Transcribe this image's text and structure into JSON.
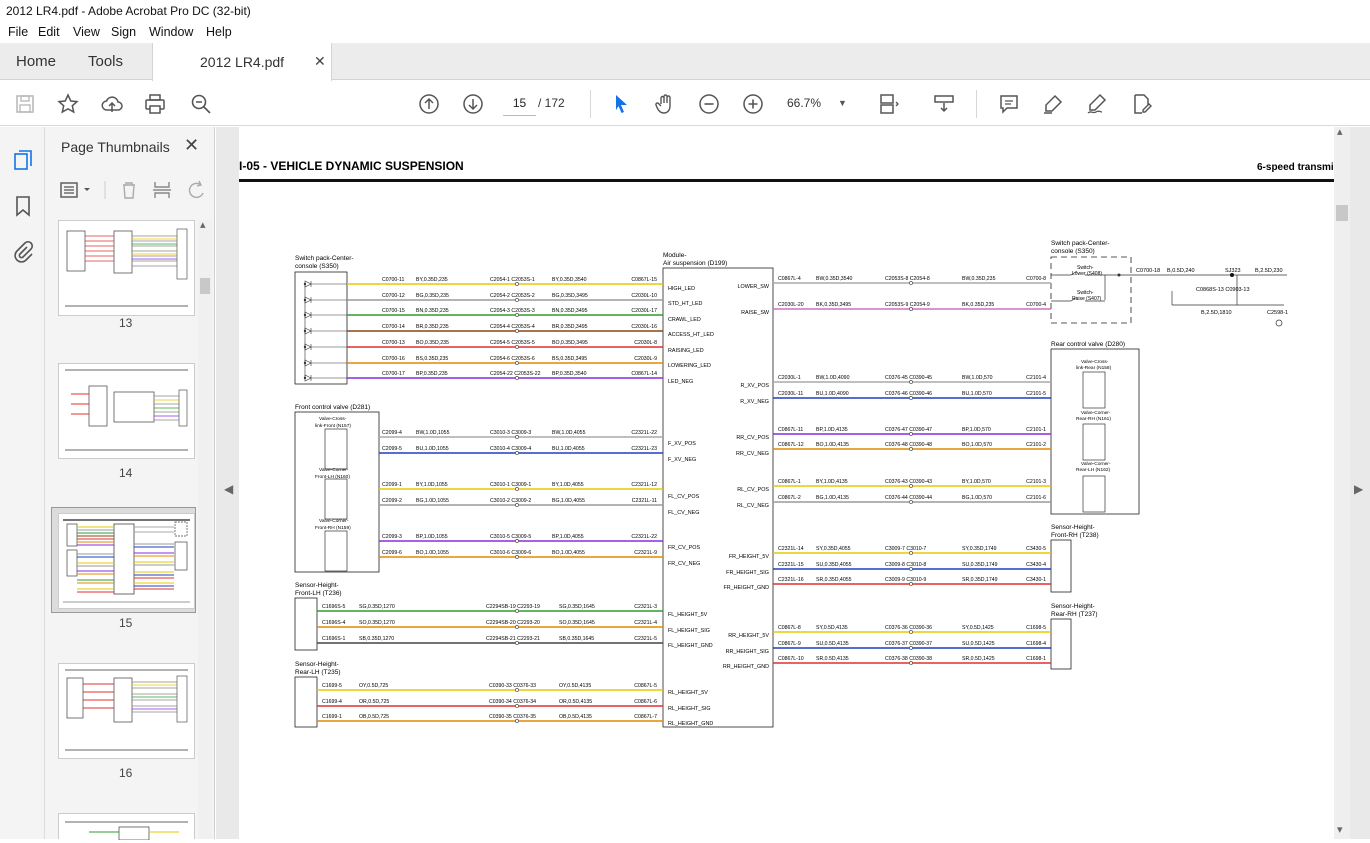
{
  "window": {
    "title": "2012 LR4.pdf - Adobe Acrobat Pro DC (32-bit)"
  },
  "menu": [
    "File",
    "Edit",
    "View",
    "Sign",
    "Window",
    "Help"
  ],
  "tabs": {
    "home": "Home",
    "tools": "Tools",
    "document": "2012 LR4.pdf",
    "close": "✕"
  },
  "toolbar": {
    "current_page": "15",
    "total_pages": "/ 172",
    "zoom": "66.7%",
    "zoom_dropdown": "▼"
  },
  "icons": [
    "save-icon",
    "bookmark-star-icon",
    "upload-icon",
    "print-icon",
    "zoom-search-icon",
    "page-up-icon",
    "page-down-icon",
    "select-cursor-icon",
    "hand-icon",
    "zoom-out-icon",
    "zoom-in-icon",
    "fit-page-icon",
    "scroll-mode-icon",
    "comment-icon",
    "highlight-icon",
    "sign-icon",
    "edit-pdf-icon"
  ],
  "panel": {
    "title": "Page Thumbnails",
    "close": "✕",
    "thumbs": [
      {
        "num": "13"
      },
      {
        "num": "14"
      },
      {
        "num": "15"
      },
      {
        "num": "16"
      }
    ]
  },
  "accent_color": "#1473e6",
  "diagram": {
    "header_left": "I-05 - VEHICLE DYNAMIC SUSPENSION",
    "header_right": "6-speed transmi",
    "switch_pack_left": [
      "Switch pack-Center-",
      "console (S350)"
    ],
    "module": [
      "Module-",
      "Air suspension (D199)"
    ],
    "module_pins_left": [
      "HIGH_LED",
      "STD_HT_LED",
      "CRAWL_LED",
      "ACCESS_HT_LED",
      "RAISING_LED",
      "LOWERING_LED",
      "LED_NEG",
      "F_XV_POS",
      "F_XV_NEG",
      "FL_CV_POS",
      "FL_CV_NEG",
      "FR_CV_POS",
      "FR_CV_NEG",
      "FL_HEIGHT_5V",
      "FL_HEIGHT_SIG",
      "FL_HEIGHT_GND",
      "RL_HEIGHT_5V",
      "RL_HEIGHT_SIG",
      "RL_HEIGHT_GND"
    ],
    "module_pins_right": [
      "LOWER_SW",
      "RAISE_SW",
      "R_XV_POS",
      "R_XV_NEG",
      "RR_CV_POS",
      "RR_CV_NEG",
      "RL_CV_POS",
      "RL_CV_NEG",
      "FR_HEIGHT_5V",
      "FR_HEIGHT_SIG",
      "FR_HEIGHT_GND",
      "RR_HEIGHT_5V",
      "RR_HEIGHT_SIG",
      "RR_HEIGHT_GND"
    ],
    "left_wires": [
      {
        "c1": "C0700-11",
        "w1": "BY,0.35D,235",
        "j": "C2054-1 C2053S-1",
        "w2": "BY,0.35D,3540",
        "c2": "C0867L-15",
        "color": "#e8c800"
      },
      {
        "c1": "C0700-12",
        "w1": "BG,0.35D,235",
        "j": "C2054-2 C2053S-2",
        "w2": "BG,0.35D,3495",
        "c2": "C2030L-10",
        "color": "#9a9a9a"
      },
      {
        "c1": "C0700-15",
        "w1": "BN,0.35D,235",
        "j": "C2054-3 C2053S-3",
        "w2": "BN,0.35D,3495",
        "c2": "C2030L-17",
        "color": "#2e9e2e"
      },
      {
        "c1": "C0700-14",
        "w1": "BR,0.35D,235",
        "j": "C2054-4 C2053S-4",
        "w2": "BR,0.35D,3495",
        "c2": "C2030L-16",
        "color": "#8b4513"
      },
      {
        "c1": "C0700-13",
        "w1": "BO,0.35D,235",
        "j": "C2054-5 C2053S-5",
        "w2": "BO,0.35D,3495",
        "c2": "C2030L-8",
        "color": "#e03030"
      },
      {
        "c1": "C0700-16",
        "w1": "BS,0.35D,235",
        "j": "C2054-6 C2053S-6",
        "w2": "BS,0.35D,3495",
        "c2": "C2030L-9",
        "color": "#e38a00"
      },
      {
        "c1": "C0700-17",
        "w1": "BP,0.35D,235",
        "j": "C2054-22 C2053S-22",
        "w2": "BP,0.35D,3540",
        "c2": "C0867L-14",
        "color": "#8a2be2"
      }
    ],
    "front_valve": {
      "title": "Front control valve (D281)",
      "valves": [
        "Valve-Cross-link-Front (N157)",
        "Valve-Corner-Front-LH (N160)",
        "Valve-Corner-Front-RH (N159)"
      ]
    },
    "front_wires": [
      {
        "c1": "C2099-4",
        "w1": "BW,1.0D,1055",
        "j": "C3010-3 C3009-3",
        "w2": "BW,1.0D,4055",
        "c2": "C2321L-22",
        "color": "#aaaaaa"
      },
      {
        "c1": "C2099-5",
        "w1": "BU,1.0D,1055",
        "j": "C3010-4 C3009-4",
        "w2": "BU,1.0D,4055",
        "c2": "C2321L-23",
        "color": "#1f3fbf"
      },
      {
        "c1": "C2099-1",
        "w1": "BY,1.0D,1055",
        "j": "C3010-1 C3009-1",
        "w2": "BY,1.0D,4055",
        "c2": "C2321L-12",
        "color": "#e8c800"
      },
      {
        "c1": "C2099-2",
        "w1": "BG,1.0D,1055",
        "j": "C3010-2 C3009-2",
        "w2": "BG,1.0D,4055",
        "c2": "C2321L-11",
        "color": "#9a9a9a"
      },
      {
        "c1": "C2099-3",
        "w1": "BP,1.0D,1055",
        "j": "C3010-5 C3009-5",
        "w2": "BP,1.0D,4055",
        "c2": "C2321L-22",
        "color": "#8a2be2"
      },
      {
        "c1": "C2099-6",
        "w1": "BO,1.0D,1055",
        "j": "C3010-6 C3009-6",
        "w2": "BO,1.0D,4055",
        "c2": "C2321L-9",
        "color": "#e38a00"
      }
    ],
    "sensor_fl": {
      "title": [
        "Sensor-Height-",
        "Front-LH (T236)"
      ]
    },
    "fl_wires": [
      {
        "c1": "C1696S-5",
        "w1": "SG,0.35D,1270",
        "j": "C2294SB-19 C2293-19",
        "w2": "SG,0.35D,1645",
        "c2": "C2321L-3",
        "color": "#2e9e2e"
      },
      {
        "c1": "C1696S-4",
        "w1": "SO,0.35D,1270",
        "j": "C2294SB-20 C2293-20",
        "w2": "SO,0.35D,1645",
        "c2": "C2321L-4",
        "color": "#e38a00"
      },
      {
        "c1": "C1696S-1",
        "w1": "SB,0.35D,1270",
        "j": "C2294SB-21 C2293-21",
        "w2": "SB,0.35D,1645",
        "c2": "C2321L-5",
        "color": "#444444"
      }
    ],
    "sensor_rl": {
      "title": [
        "Sensor-Height-",
        "Rear-LH (T235)"
      ]
    },
    "rl_wires": [
      {
        "c1": "C1699-5",
        "w1": "OY,0.5D,725",
        "j": "C0390-33 C0376-33",
        "w2": "OY,0.5D,4135",
        "c2": "C0867L-5",
        "color": "#e8c800"
      },
      {
        "c1": "C1699-4",
        "w1": "OR,0.5D,725",
        "j": "C0390-34 C0376-34",
        "w2": "OR,0.5D,4135",
        "c2": "C0867L-6",
        "color": "#e03030"
      },
      {
        "c1": "C1699-1",
        "w1": "OB,0.5D,725",
        "j": "C0390-35 C0376-35",
        "w2": "OB,0.5D,4135",
        "c2": "C0867L-7",
        "color": "#e38a00"
      }
    ],
    "switch_pack_right": {
      "title": [
        "Switch pack-Center-",
        "console (S350)"
      ],
      "lower": [
        "Switch-",
        "Lower (S408)"
      ],
      "raise": [
        "Switch-",
        "Raise (S407)"
      ]
    },
    "switch_right_wires": [
      {
        "c1": "C0867L-4",
        "w1": "BW,0.35D,3540",
        "j": "C2053S-8 C2054-8",
        "w2": "BW,0.35D,235",
        "c2": "C0700-8",
        "color": "#aaaaaa"
      },
      {
        "c1": "C2030L-20",
        "w1": "BK,0.35D,3495",
        "j": "C2053S-9 C2054-9",
        "w2": "BK,0.35D,235",
        "c2": "C0700-4",
        "color": "#d070c0"
      }
    ],
    "ground_labels": {
      "c0700_18": "C0700-18",
      "b1": "B,0.5D,240",
      "sj": "SJ323",
      "b2": "B,2.5D,230",
      "c0868": "C0868S-13 C0903-13",
      "b3": "B,2.5D,1810",
      "c2598": "C2598-1"
    },
    "rear_valve": {
      "title": "Rear control valve (D280)",
      "valves": [
        "Valve-Cross-link-Rear (N158)",
        "Valve-Corner-Rear-RH (N161)",
        "Valve-Corner-Rear-LH (N162)"
      ]
    },
    "rear_wires": [
      {
        "c1": "C2030L-1",
        "w1": "BW,1.0D,4090",
        "j": "C0376-45 C0390-45",
        "w2": "BW,1.0D,570",
        "c2": "C2101-4",
        "color": "#aaaaaa"
      },
      {
        "c1": "C2030L-11",
        "w1": "BU,1.0D,4090",
        "j": "C0376-46 C0390-46",
        "w2": "BU,1.0D,570",
        "c2": "C2101-5",
        "color": "#1f3fbf"
      },
      {
        "c1": "C0867L-11",
        "w1": "BP,1.0D,4135",
        "j": "C0376-47 C0390-47",
        "w2": "BP,1.0D,570",
        "c2": "C2101-1",
        "color": "#8a2be2"
      },
      {
        "c1": "C0867L-12",
        "w1": "BO,1.0D,4135",
        "j": "C0376-48 C0390-48",
        "w2": "BO,1.0D,570",
        "c2": "C2101-2",
        "color": "#e38a00"
      },
      {
        "c1": "C0867L-1",
        "w1": "BY,1.0D,4135",
        "j": "C0376-43 C0390-43",
        "w2": "BY,1.0D,570",
        "c2": "C2101-3",
        "color": "#e8c800"
      },
      {
        "c1": "C0867L-2",
        "w1": "BG,1.0D,4135",
        "j": "C0376-44 C0390-44",
        "w2": "BG,1.0D,570",
        "c2": "C2101-6",
        "color": "#9a9a9a"
      }
    ],
    "sensor_fr": {
      "title": [
        "Sensor-Height-",
        "Front-RH (T238)"
      ]
    },
    "fr_wires": [
      {
        "c1": "C2321L-14",
        "w1": "SY,0.35D,4055",
        "j": "C3009-7 C3010-7",
        "w2": "SY,0.35D,1749",
        "c2": "C3430-5",
        "color": "#e8c800"
      },
      {
        "c1": "C2321L-15",
        "w1": "SU,0.35D,4055",
        "j": "C3009-8 C3010-8",
        "w2": "SU,0.35D,1749",
        "c2": "C3430-4",
        "color": "#1f3fbf"
      },
      {
        "c1": "C2321L-16",
        "w1": "SR,0.35D,4055",
        "j": "C3009-9 C3010-9",
        "w2": "SR,0.35D,1749",
        "c2": "C3430-1",
        "color": "#e03030"
      }
    ],
    "sensor_rr": {
      "title": [
        "Sensor-Height-",
        "Rear-RH (T237)"
      ]
    },
    "rr_wires": [
      {
        "c1": "C0867L-8",
        "w1": "SY,0.5D,4135",
        "j": "C0376-36 C0390-36",
        "w2": "SY,0.5D,1425",
        "c2": "C1698-5",
        "color": "#e8c800"
      },
      {
        "c1": "C0867L-9",
        "w1": "SU,0.5D,4135",
        "j": "C0376-37 C0390-37",
        "w2": "SU,0.5D,1425",
        "c2": "C1698-4",
        "color": "#1f3fbf"
      },
      {
        "c1": "C0867L-10",
        "w1": "SR,0.5D,4135",
        "j": "C0376-38 C0390-38",
        "w2": "SR,0.5D,1425",
        "c2": "C1698-1",
        "color": "#e03030"
      }
    ]
  }
}
